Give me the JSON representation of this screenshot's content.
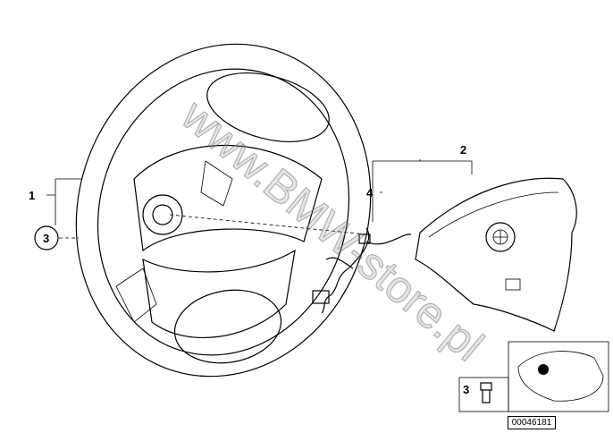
{
  "diagram": {
    "callouts": {
      "steering_wheel": "1",
      "airbag": "2",
      "screw_circled": "3",
      "wiring_harness": "4",
      "screw_inset": "3"
    },
    "diagram_number": "00046181",
    "watermark": "www.BMW-store.pl"
  }
}
